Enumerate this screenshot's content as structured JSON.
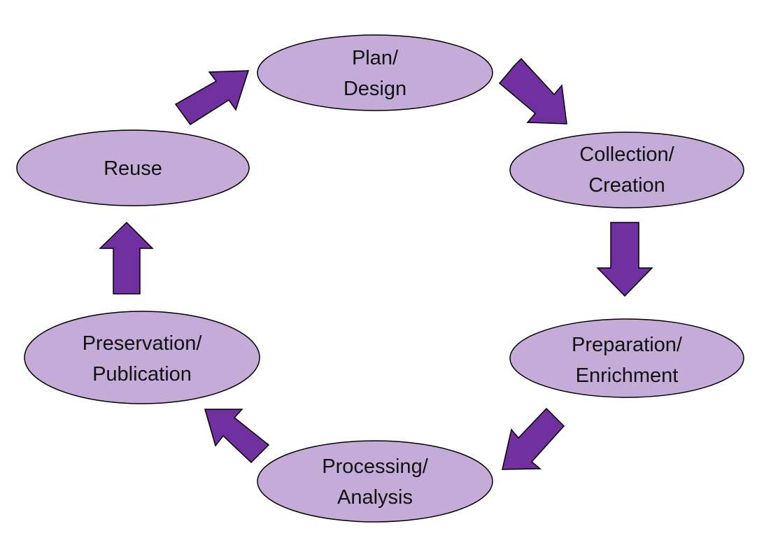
{
  "diagram": {
    "type": "cycle",
    "colors": {
      "node_fill": "#c5acd8",
      "arrow_fill": "#7030a0",
      "outline": "#000000"
    },
    "nodes": [
      {
        "id": "plan",
        "lines": [
          "Plan/",
          "Design"
        ]
      },
      {
        "id": "collection",
        "lines": [
          "Collection/",
          "Creation"
        ]
      },
      {
        "id": "preparation",
        "lines": [
          "Preparation/",
          "Enrichment"
        ]
      },
      {
        "id": "processing",
        "lines": [
          "Processing/",
          "Analysis"
        ]
      },
      {
        "id": "preservation",
        "lines": [
          "Preservation/",
          "Publication"
        ]
      },
      {
        "id": "reuse",
        "lines": [
          "Reuse"
        ]
      }
    ],
    "edges": [
      {
        "from": "plan",
        "to": "collection"
      },
      {
        "from": "collection",
        "to": "preparation"
      },
      {
        "from": "preparation",
        "to": "processing"
      },
      {
        "from": "processing",
        "to": "preservation"
      },
      {
        "from": "preservation",
        "to": "reuse"
      },
      {
        "from": "reuse",
        "to": "plan"
      }
    ]
  }
}
